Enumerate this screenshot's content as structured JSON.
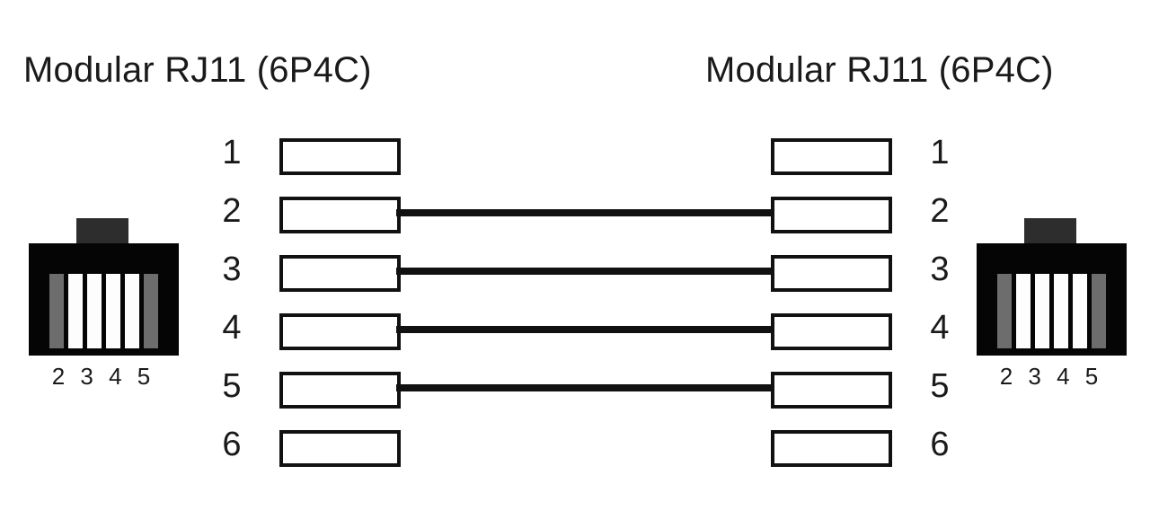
{
  "diagram": {
    "type": "rj11-6p4c-straight-through-pinout",
    "background_color": "#ffffff",
    "wire_color": "#111111",
    "box_border_color": "#111111",
    "box_fill_color": "#ffffff",
    "connector_body_color": "#050505",
    "connector_tab_color": "#2d2d2d",
    "connector_pin_active_color": "#fdfdfd",
    "connector_pin_inactive_color": "#6d6d6d"
  },
  "left": {
    "title": "Modular RJ11 (6P4C)",
    "connector_label": "2 3 4 5",
    "pins": [
      {
        "number": "1",
        "connected": false
      },
      {
        "number": "2",
        "connected": true
      },
      {
        "number": "3",
        "connected": true
      },
      {
        "number": "4",
        "connected": true
      },
      {
        "number": "5",
        "connected": true
      },
      {
        "number": "6",
        "connected": false
      }
    ],
    "connector_pin_states": [
      "inactive",
      "active",
      "active",
      "active",
      "active",
      "inactive"
    ]
  },
  "right": {
    "title": "Modular RJ11 (6P4C)",
    "connector_label": "2 3 4 5",
    "pins": [
      {
        "number": "1",
        "connected": false
      },
      {
        "number": "2",
        "connected": true
      },
      {
        "number": "3",
        "connected": true
      },
      {
        "number": "4",
        "connected": true
      },
      {
        "number": "5",
        "connected": true
      },
      {
        "number": "6",
        "connected": false
      }
    ],
    "connector_pin_states": [
      "inactive",
      "active",
      "active",
      "active",
      "active",
      "inactive"
    ]
  },
  "wiring": {
    "scheme": "straight-through",
    "connections": [
      {
        "from": "2",
        "to": "2"
      },
      {
        "from": "3",
        "to": "3"
      },
      {
        "from": "4",
        "to": "4"
      },
      {
        "from": "5",
        "to": "5"
      }
    ]
  }
}
